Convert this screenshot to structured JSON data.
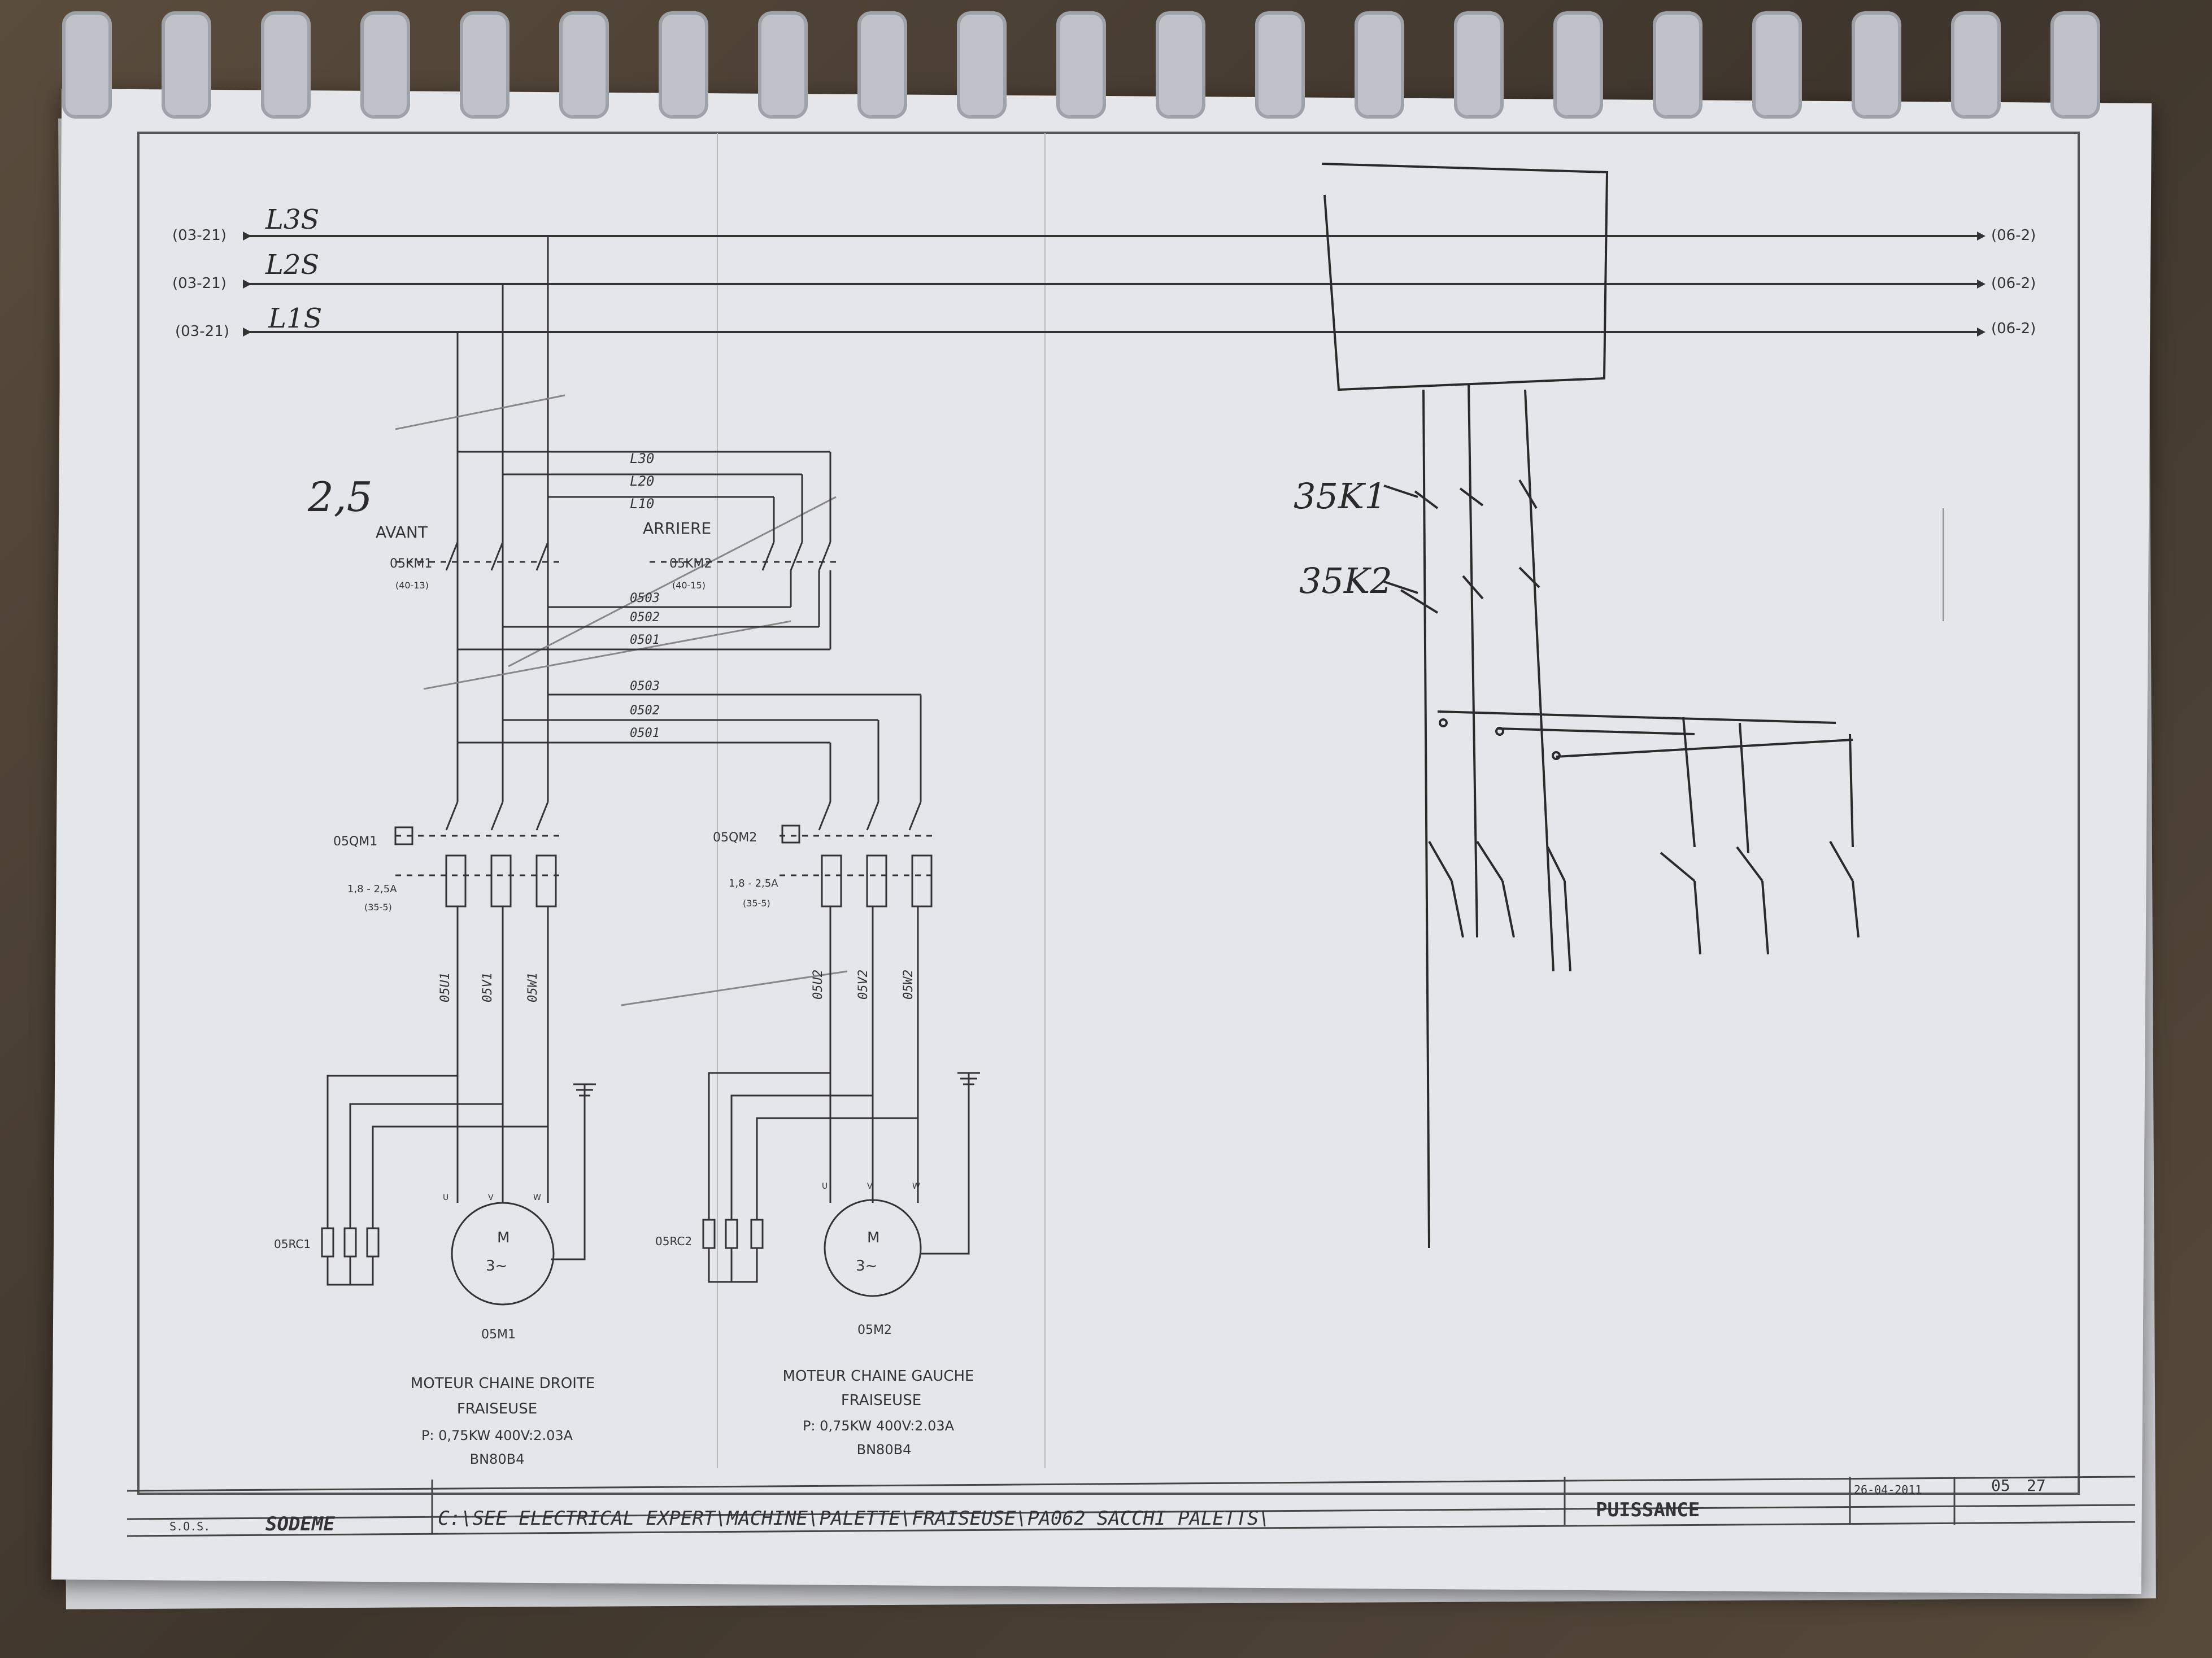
{
  "sheet": {
    "refs_left": [
      "(03-21)",
      "(03-21)",
      "(03-21)"
    ],
    "refs_right": [
      "(06-2)",
      "(06-2)",
      "(06-2)"
    ],
    "hand_lines": [
      "L3S",
      "L2S",
      "L1S"
    ],
    "hand_section": "2,5",
    "bus_labels": [
      "L30",
      "L20",
      "L10"
    ],
    "km_left_label": "AVANT",
    "km_right_label": "ARRIERE",
    "km1": "05KM1",
    "km1_ref": "(40-13)",
    "km2": "05KM2",
    "km2_ref": "(40-15)",
    "out_labels": [
      "0503",
      "0502",
      "0501"
    ],
    "mid_labels": [
      "0503",
      "0502",
      "0501"
    ],
    "qm1": "05QM1",
    "qm1_range": "1,8 - 2,5A",
    "qm1_ref": "(35-5)",
    "qm2": "05QM2",
    "qm2_range": "1,8 - 2,5A",
    "qm2_ref": "(35-5)",
    "wires1": [
      "05U1",
      "05V1",
      "05W1"
    ],
    "wires2": [
      "05U2",
      "05V2",
      "05W2"
    ],
    "rc1": "05RC1",
    "rc2": "05RC2",
    "motor_symbol": "M",
    "motor_phase": "3~",
    "uvw": [
      "U",
      "V",
      "W"
    ],
    "motor1": "05M1",
    "motor2": "05M2",
    "motor1_desc": [
      "MOTEUR CHAINE DROITE",
      "FRAISEUSE",
      "P: 0,75KW 400V:2.03A",
      "BN80B4"
    ],
    "motor2_desc": [
      "MOTEUR CHAINE GAUCHE",
      "FRAISEUSE",
      "P: 0,75KW 400V:2.03A",
      "BN80B4"
    ],
    "hand_k1": "35K1",
    "hand_k2": "35K2"
  },
  "title_block": {
    "company_prefix": "S.O.S.",
    "company": "SODEME",
    "path": "C:\\SEE ELECTRICAL EXPERT\\MACHINE\\PALETTE\\FRAISEUSE\\PA062 SACCHI PALETTS\\",
    "section": "PUISSANCE",
    "date": "26-04-2011",
    "page": "05",
    "total": "27"
  }
}
